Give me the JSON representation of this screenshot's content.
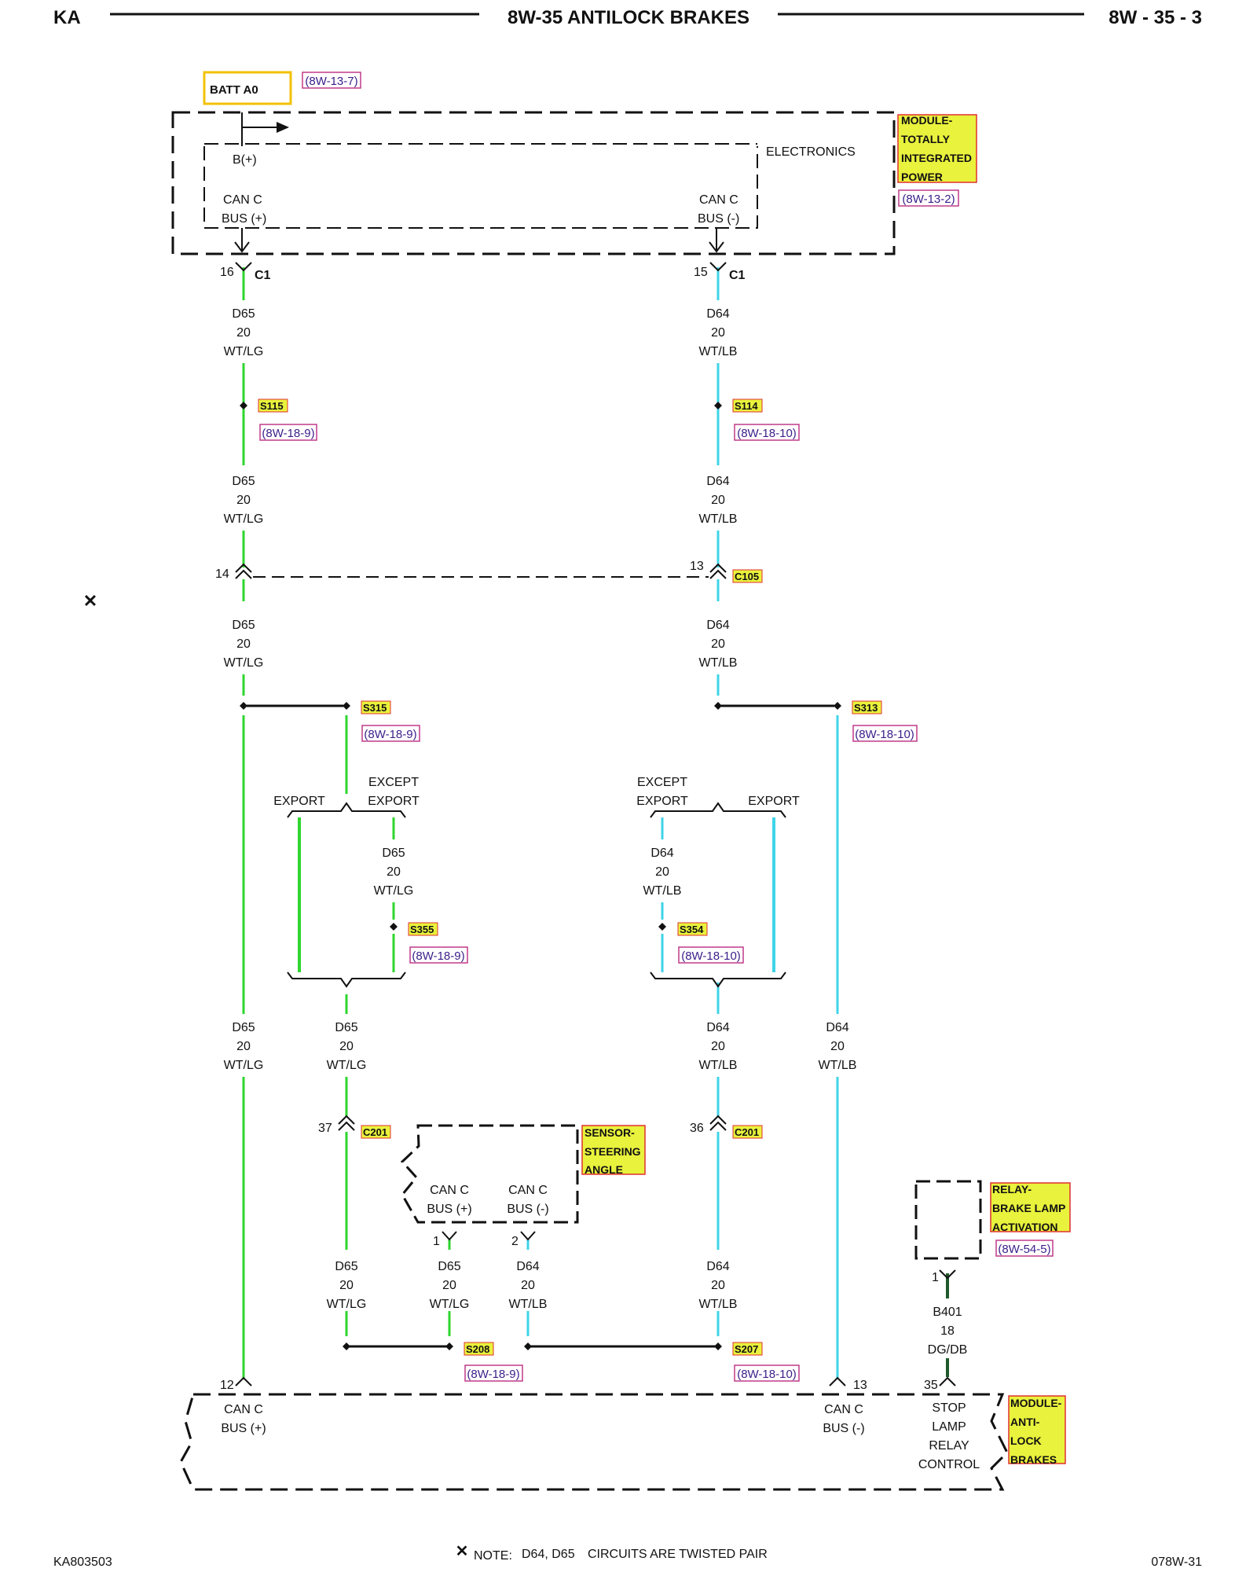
{
  "header": {
    "left": "KA",
    "center": "8W-35 ANTILOCK BRAKES",
    "right": "8W - 35 - 3"
  },
  "footer": {
    "left": "KA803503",
    "right": "078W-31",
    "note_label": "NOTE:",
    "note_circuits": "D64, D65",
    "note_text": "CIRCUITS ARE TWISTED PAIR",
    "twist_symbol": "✕"
  },
  "colors": {
    "wt_lg": "#2ed62e",
    "wt_lb": "#3fd4e8",
    "dg_db": "#1f5a2a",
    "label_fill": "#e9f23c",
    "label_border": "#e03030",
    "ref_text": "#3b1e8a",
    "ref_border": "#c03a8a",
    "batt_border": "#f2c200"
  },
  "tipm": {
    "batt": "BATT A0",
    "batt_ref": "(8W-13-7)",
    "electronics": "ELECTRONICS",
    "b_plus": "B(+)",
    "can_left_1": "CAN C",
    "can_left_2": "BUS (+)",
    "can_right_1": "CAN C",
    "can_right_2": "BUS (-)",
    "name_lines": [
      "MODULE-",
      "TOTALLY",
      "INTEGRATED",
      "POWER"
    ],
    "ref": "(8W-13-2)",
    "pin_left": "16",
    "pin_right": "15",
    "connector": "C1"
  },
  "wires": {
    "d65": {
      "circuit": "D65",
      "gauge": "20",
      "color": "WT/LG"
    },
    "d64": {
      "circuit": "D64",
      "gauge": "20",
      "color": "WT/LB"
    },
    "b401": {
      "circuit": "B401",
      "gauge": "18",
      "color": "DG/DB"
    }
  },
  "splices": {
    "s115": {
      "name": "S115",
      "ref": "(8W-18-9)"
    },
    "s114": {
      "name": "S114",
      "ref": "(8W-18-10)"
    },
    "s315": {
      "name": "S315",
      "ref": "(8W-18-9)"
    },
    "s313": {
      "name": "S313",
      "ref": "(8W-18-10)"
    },
    "s355": {
      "name": "S355",
      "ref": "(8W-18-9)"
    },
    "s354": {
      "name": "S354",
      "ref": "(8W-18-10)"
    },
    "s208": {
      "name": "S208",
      "ref": "(8W-18-9)"
    },
    "s207": {
      "name": "S207",
      "ref": "(8W-18-10)"
    }
  },
  "connectors": {
    "c105": {
      "name": "C105",
      "pin_left": "14",
      "pin_right": "13"
    },
    "c201": {
      "name": "C201",
      "pin_left": "37",
      "pin_right": "36"
    }
  },
  "options": {
    "export": "EXPORT",
    "except_1": "EXCEPT",
    "except_2": "EXPORT"
  },
  "sensor": {
    "name_lines": [
      "SENSOR-",
      "STEERING",
      "ANGLE"
    ],
    "can_left_1": "CAN C",
    "can_left_2": "BUS (+)",
    "can_right_1": "CAN C",
    "can_right_2": "BUS (-)",
    "pin_left": "1",
    "pin_right": "2"
  },
  "relay": {
    "name_lines": [
      "RELAY-",
      "BRAKE LAMP",
      "ACTIVATION"
    ],
    "ref": "(8W-54-5)",
    "pin": "1"
  },
  "abs": {
    "name_lines": [
      "MODULE-",
      "ANTI-",
      "LOCK",
      "BRAKES"
    ],
    "can_left_1": "CAN C",
    "can_left_2": "BUS (+)",
    "can_right_1": "CAN C",
    "can_right_2": "BUS (-)",
    "stop_lines": [
      "STOP",
      "LAMP",
      "RELAY",
      "CONTROL"
    ],
    "pin_left": "12",
    "pin_right": "13",
    "pin_stop": "35"
  }
}
